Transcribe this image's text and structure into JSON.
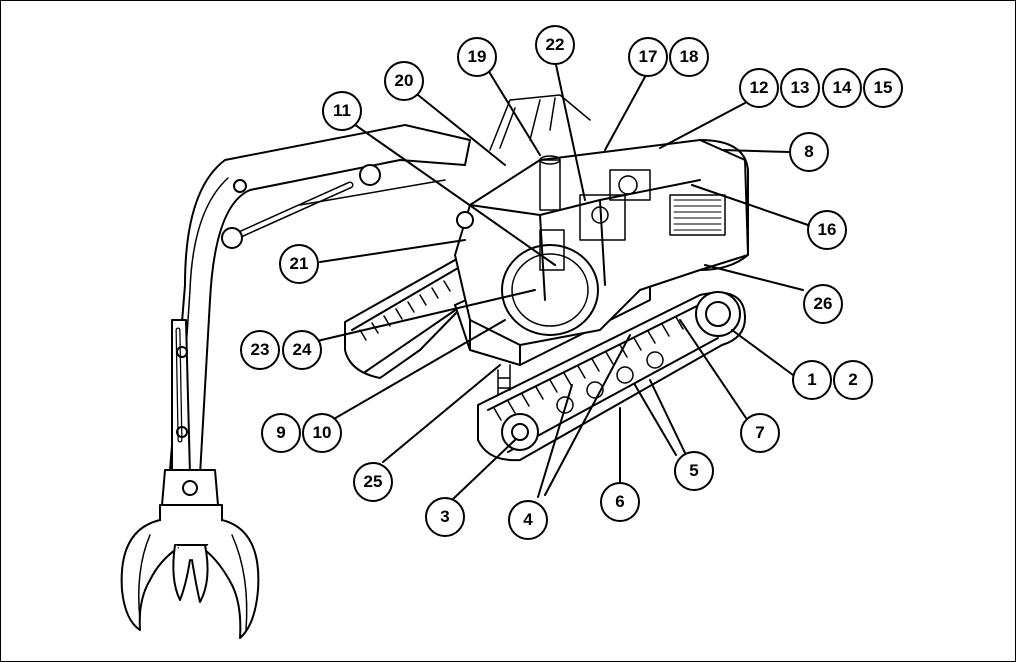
{
  "figure": {
    "line_color": "#000000",
    "background_color": "#ffffff",
    "subject": "tracked-excavator-with-grapple",
    "callouts": [
      {
        "id": "c1",
        "label": "1"
      },
      {
        "id": "c2",
        "label": "2"
      },
      {
        "id": "c3",
        "label": "3"
      },
      {
        "id": "c4",
        "label": "4"
      },
      {
        "id": "c5",
        "label": "5"
      },
      {
        "id": "c6",
        "label": "6"
      },
      {
        "id": "c7",
        "label": "7"
      },
      {
        "id": "c8",
        "label": "8"
      },
      {
        "id": "c9",
        "label": "9"
      },
      {
        "id": "c10",
        "label": "10"
      },
      {
        "id": "c11",
        "label": "11"
      },
      {
        "id": "c12",
        "label": "12"
      },
      {
        "id": "c13",
        "label": "13"
      },
      {
        "id": "c14",
        "label": "14"
      },
      {
        "id": "c15",
        "label": "15"
      },
      {
        "id": "c16",
        "label": "16"
      },
      {
        "id": "c17",
        "label": "17"
      },
      {
        "id": "c18",
        "label": "18"
      },
      {
        "id": "c19",
        "label": "19"
      },
      {
        "id": "c20",
        "label": "20"
      },
      {
        "id": "c21",
        "label": "21"
      },
      {
        "id": "c22",
        "label": "22"
      },
      {
        "id": "c23",
        "label": "23"
      },
      {
        "id": "c24",
        "label": "24"
      },
      {
        "id": "c25",
        "label": "25"
      },
      {
        "id": "c26",
        "label": "26"
      }
    ]
  }
}
